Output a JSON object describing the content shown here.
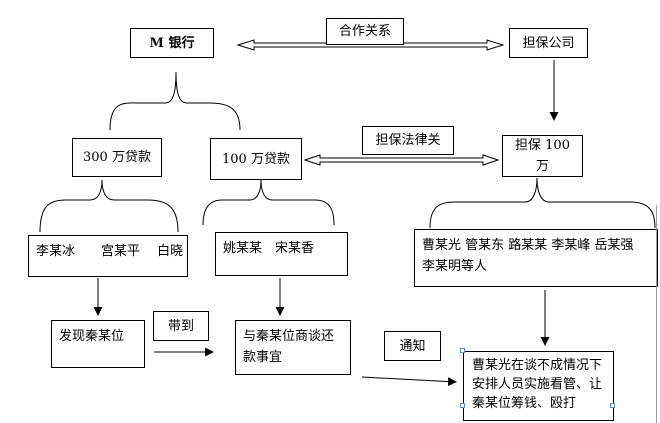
{
  "nodes": {
    "m_bank": "M 银行",
    "guarantee_company": "担保公司",
    "loan_300": "300 万贷款",
    "loan_100": "100 万贷款",
    "guarantee_100": "担保 100 万",
    "borrowers_a": "李某冰　　宫某平　 白晓",
    "borrowers_b": "姚某某　宋某香",
    "guarantors": "曹某光 管某东 路某某 李某峰 岳某强 李某明等人",
    "found_qin": "发现秦某位",
    "negotiate": "与秦某位商谈还款事宜",
    "detention": "曹某光在谈不成情况下安排人员实施看管、让秦某位筹钱、殴打"
  },
  "edge_labels": {
    "cooperation": "合作关系",
    "guarantee_law": "担保法律关",
    "bring": "带到",
    "notify": "通知"
  }
}
